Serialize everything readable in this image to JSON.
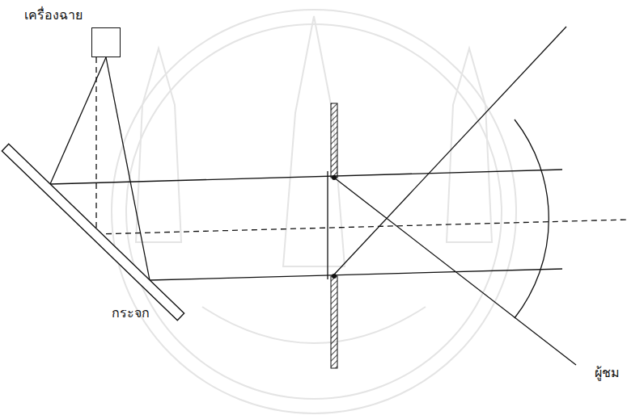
{
  "diagram": {
    "nodes": [
      {
        "text": [
          "เครื่องฉาย"
        ]
      },
      {
        "text": [
          "กระจก"
        ]
      }
    ],
    "edges": [
      {
        "from": 0,
        "to": 1,
        "arrow": "none"
      }
    ],
    "labels": [
      "ผู้ชม"
    ]
  }
}
